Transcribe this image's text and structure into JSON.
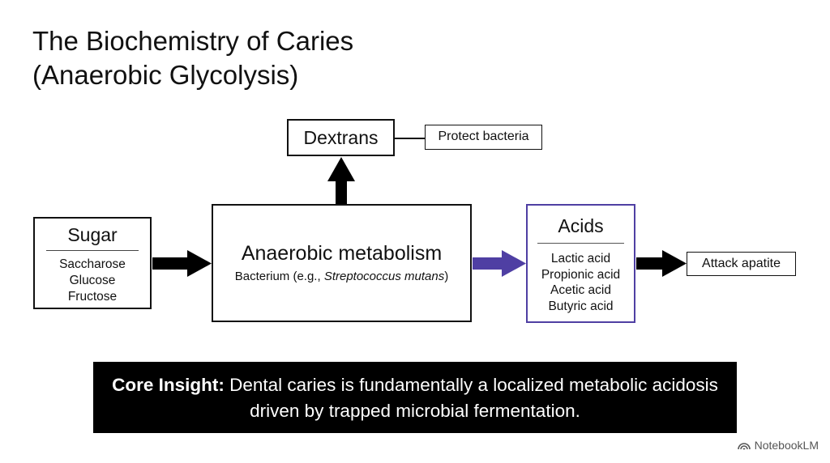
{
  "title": {
    "line1": "The Biochemistry of Caries",
    "line2": "(Anaerobic Glycolysis)"
  },
  "sugar": {
    "heading": "Sugar",
    "items": [
      "Saccharose",
      "Glucose",
      "Fructose"
    ]
  },
  "metabolism": {
    "heading": "Anaerobic metabolism",
    "sub_prefix": "Bacterium (e.g., ",
    "sub_organism": "Streptococcus mutans",
    "sub_suffix": ")"
  },
  "dextrans": {
    "heading": "Dextrans",
    "note": "Protect bacteria"
  },
  "acids": {
    "heading": "Acids",
    "items": [
      "Lactic acid",
      "Propionic acid",
      "Acetic acid",
      "Butyric acid"
    ],
    "accent_color": "#4f3fa3"
  },
  "attack": {
    "label": "Attack apatite"
  },
  "insight": {
    "label": "Core Insight:",
    "text": " Dental caries is fundamentally a localized metabolic acidosis driven by trapped microbial fermentation."
  },
  "brand": {
    "name": "NotebookLM"
  }
}
